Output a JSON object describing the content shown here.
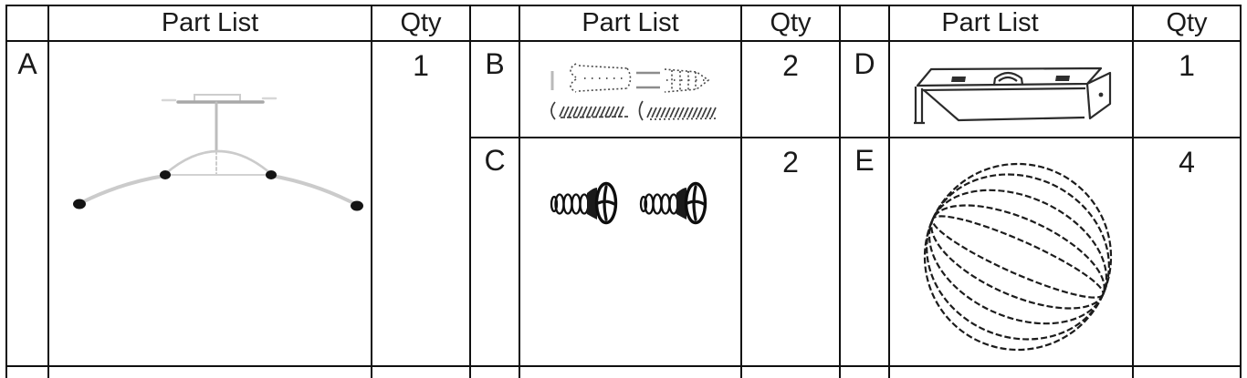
{
  "table": {
    "column_headers": {
      "part_list": "Part List",
      "qty": "Qty"
    },
    "rows": [
      {
        "id": "A",
        "qty": "1",
        "part_icon": "floor-stand-with-curved-legs"
      },
      {
        "id": "B",
        "qty": "2",
        "part_icon": "wall-anchors-and-screws"
      },
      {
        "id": "C",
        "qty": "2",
        "part_icon": "pan-head-machine-screws"
      },
      {
        "id": "D",
        "qty": "1",
        "part_icon": "u-channel-mounting-bracket"
      },
      {
        "id": "E",
        "qty": "4",
        "part_icon": "striped-sphere"
      }
    ]
  }
}
